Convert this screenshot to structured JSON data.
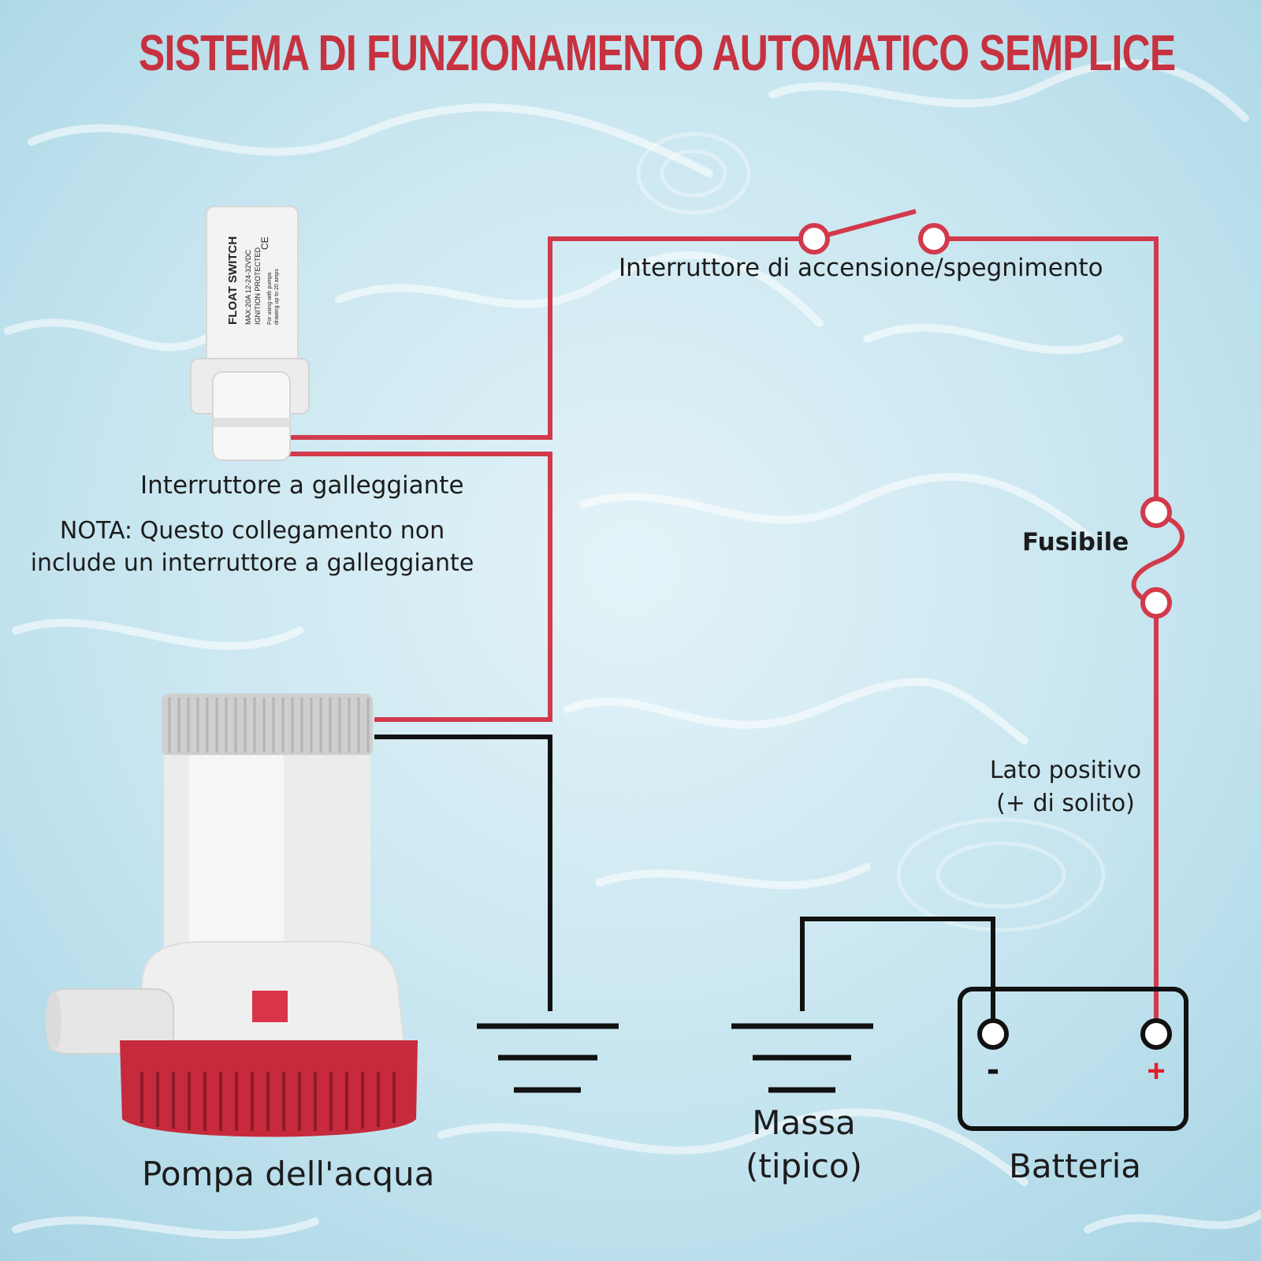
{
  "title": "SISTEMA DI FUNZIONAMENTO AUTOMATICO SEMPLICE",
  "labels": {
    "power_switch": "Interruttore di accensione/spegnimento",
    "float_switch": "Interruttore a galleggiante",
    "note_line1": "NOTA: Questo collegamento non",
    "note_line2": "include un interruttore a galleggiante",
    "fuse": "Fusibile",
    "positive_line1": "Lato positivo",
    "positive_line2": "(+ di solito)",
    "pump": "Pompa dell'acqua",
    "ground_line1": "Massa",
    "ground_line2": "(tipico)",
    "battery": "Batteria",
    "battery_minus": "-",
    "battery_plus": "+"
  },
  "float_switch_print": {
    "line1": "FLOAT SWITCH",
    "line2": "MAX:20A  12-24-32VDC",
    "line3": "IGNITION PROTECTED",
    "line4": "For using with pumps",
    "line5": "drawing up to 20 amps",
    "mark": "CE"
  },
  "colors": {
    "title": "#c6323f",
    "positive_wire": "#d23a4b",
    "negative_wire": "#111111",
    "text": "#1c1c1c",
    "water_light": "#d6ecf4",
    "water_mid": "#a9d7e6"
  }
}
